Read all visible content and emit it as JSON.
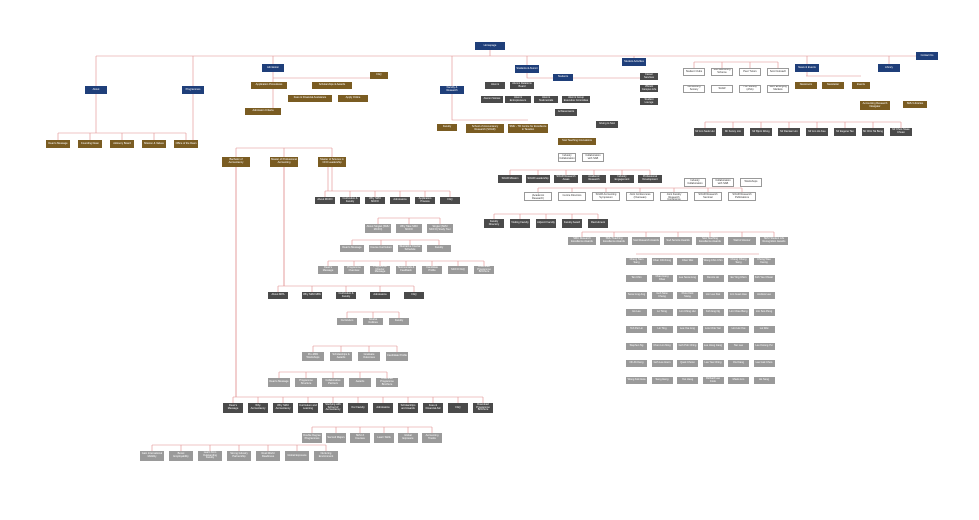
{
  "colors": {
    "navy": "#1f3f7a",
    "gold": "#7a5c22",
    "dark": "#4a4a4a",
    "grey": "#9a9a9a",
    "line": "#e08c8c"
  },
  "root": "Homepage",
  "top": [
    "About",
    "Programmes",
    "Admission",
    "Students & Alumni",
    "Faculty & Research",
    "Student Activities",
    "News & Events",
    "Library",
    "Contact Us"
  ],
  "admission": {
    "children": [
      "Application Procedures",
      "Scholarships & Awards",
      "FAQ",
      "Fees & Financial Assistance",
      "Apply Online",
      "Admission Criteria"
    ]
  },
  "about": [
    "Dean's Message",
    "Founding Dean",
    "Advisory Board",
    "Mission & Values",
    "Office of the Dean"
  ],
  "programmes": [
    "Bachelor of Accountancy",
    "Master of Professional Accounting",
    "Master of Science in CFO Leadership"
  ],
  "alumni": [
    "Alumni",
    "Alumni Relations Board",
    "Students",
    "Alumni Stories",
    "Alumni Entrepreneurs",
    "Alumni Testimonials",
    "Alumni Group Executive Committee",
    "Achievements",
    "Career Services",
    "Vibrant Campus Life",
    "Student Lounge",
    "Giving to SoA"
  ],
  "activities": [
    "Student Clubs",
    "SoA Mentoring Scheme",
    "Peer Tutors",
    "SoA Outreach",
    "Accounting Society",
    "SAAR",
    "The Society (ASA)",
    "SMU Emerging Markets"
  ],
  "news": [
    "Newsroom",
    "Newsletter",
    "Events",
    "Accounting Research Navigator",
    "SMU Libraries"
  ],
  "faculty": [
    "Faculty",
    "School of Accountancy Research (SOAR)",
    "SMU - TR Centre for Excellence in Taxation",
    "SoA Teaching Innovations",
    "Industry Collaboration",
    "Collaboration with SAB"
  ],
  "faculty_lists": {
    "research_heads": [
      "SOAR Mission",
      "SOAR Leadership",
      "SOAR Research Areas",
      "Academic Research",
      "Industry Engagement",
      "Professional Development"
    ],
    "research_sub": [
      "Advisory Board (Academic Research)",
      "Centre Directors",
      "SOAR Accounting Symposium",
      "Joint Conferences (Overseas)",
      "SMU-NUS-NTU Joint Faculty Research Conference",
      "SOAR Research Seminar",
      "SOAR Research Publications"
    ],
    "industry_sub": [
      "Industry Collaboration",
      "Collaboration with SAB",
      "Workshops"
    ],
    "faculty_sub": [
      "Faculty Directory",
      "Visiting Faculty",
      "Adjunct Faculty",
      "Faculty Award",
      "Recruitment"
    ],
    "awards": [
      "SMU Research Excellence Awards",
      "SMU Teaching Excellence Awards",
      "SoA Research Awards",
      "SoA Service Awards",
      "SoA Teaching Excellence Awards",
      "Wall of Honour",
      "SMU Student Life Recognition Awards"
    ],
    "chairs": [
      "Mr Lim Seok Hui",
      "Mr Kenny Lim",
      "Mr Bjorn Wong",
      "Mr Damian Lim",
      "Mr Lim Ho Kee",
      "Mr Eugene Tan",
      "Mr Chin Tai Beng",
      "Mr Choo Swee Chuan"
    ]
  },
  "people": [
    "Cheng Nam Sang",
    "Chan Chit Fong",
    "Chen Wei",
    "Wong Chin Chin",
    "Cheng Chong Seng",
    "Chong Wee Keong",
    "Tan Chin",
    "Chan Hung Chee",
    "Lee Seow Ling",
    "Dennis Ho",
    "Eu Ying Chen",
    "Koh Yee Chuan",
    "Seow Ling Ang",
    "Goh Siew Cheng",
    "Khoo Kiok Siang",
    "Lim Lee Kiat",
    "Lim Guan Hee",
    "Andrew Lee",
    "Ho Lee",
    "Lo Tiong",
    "Lim Ching Hui",
    "Koh Eng Ng",
    "Lim Chee Beng",
    "Lim Soo Peng",
    "Toh Pei Lin",
    "Lin Ting",
    "Lee Yee Ling",
    "Low Chiu Yan",
    "Lim Hui Yee",
    "Lui Wai",
    "Stephen Ng",
    "Chen Lim Ning",
    "Goh Poh Ching",
    "Lee Hong Jiang",
    "Tan Lee",
    "Lee Kwong Yui",
    "Oh Ah Keng",
    "Goh Lee Hoon",
    "Quek Choon",
    "Lee Yee Ching",
    "Ow Kiang",
    "Lee Gek Choo",
    "Wong Kok Hwa",
    "Seng Heng",
    "Yeo Heng",
    "Richard Lee Fook",
    "Mavis Lim",
    "Ho Seng"
  ],
  "mpa": {
    "root": "Master of Professional Accounting",
    "row1": [
      "About MPA",
      "Why SMU MPA",
      "Curriculum & Faculty",
      "Admissions",
      "FAQ"
    ],
    "curr": [
      "Curriculum",
      "Course Outlines",
      "Faculty"
    ],
    "mid": [
      "Pre-MPA Workshops",
      "Scholarships & Awards",
      "Graduate Outcomes",
      "Candidate Profile"
    ],
    "bottom": [
      "Dean's Message",
      "Programme Structure",
      "Collaborative Partners",
      "Awards",
      "Download Programme Brochure"
    ]
  },
  "msc": {
    "row1": [
      "About MCFO",
      "Curriculum & Faculty",
      "Why SMU MCFO",
      "Admissions",
      "Application Process",
      "FAQ"
    ],
    "row2": [
      "About Singtel (SMU MCFO)",
      "Why Take SMU MCFO",
      "Singtel (SMU MCFO) Study Tour"
    ],
    "row3": [
      "Dean's Message",
      "Course Curriculum",
      "Illustrative Course Schedule",
      "Faculty"
    ],
    "row4": [
      "Dean's Message",
      "Programme Overview",
      "Programme Director Message",
      "Testimonials & Feedback",
      "Candidate Profile",
      "MCFO FAQ",
      "Download Programme Brochure"
    ]
  },
  "bacc": {
    "row1": [
      "Dean's Message",
      "Why Accountancy",
      "Why SMU Accountancy",
      "Curriculum and Learning",
      "Studying with School of Accountancy",
      "Our Faculty",
      "Admissions",
      "Scholarships and Awards",
      "Fees & Financial Aid",
      "FAQ",
      "Download Programme Brochure"
    ],
    "row2": [
      "Double Degree Programmes",
      "Second Majors",
      "SMU-X Courses",
      "Learn Skills",
      "Global Exposure",
      "Accounting Tracks"
    ],
    "row3": [
      "Gain International Mobility",
      "Boost Employability",
      "Learn from Outstanding Faculty",
      "Strong Industry Partnership",
      "Real-World Readiness",
      "Global Exposure",
      "Nurturing Environment"
    ]
  }
}
